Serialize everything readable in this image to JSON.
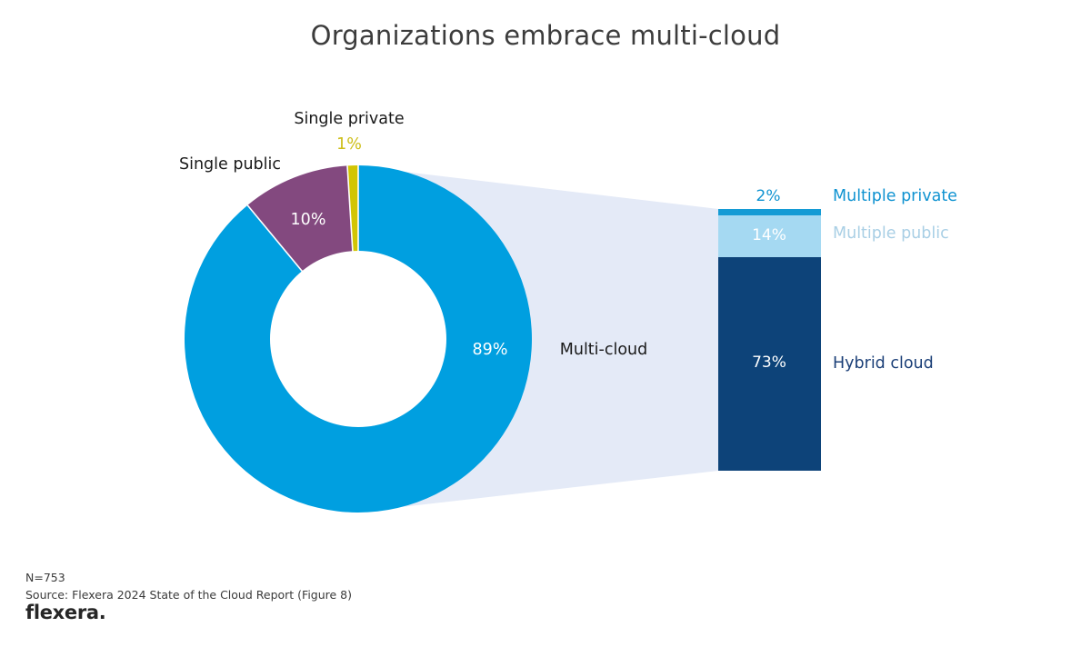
{
  "title": "Organizations embrace multi-cloud",
  "colors": {
    "multi_cloud_blue": "#009fe0",
    "single_public_purple": "#83497f",
    "single_private_yellow": "#d2c503",
    "band": "#e4eaf7",
    "multiple_private_blue": "#149bd5",
    "multiple_public_lightblue": "#a5d9f2",
    "hybrid_cloud_navy": "#0d4379",
    "title_text": "#3c3c3c",
    "dark_label_text": "#1a1a1a"
  },
  "donut_labels": {
    "single_private": "Single private",
    "single_private_pct": "1%",
    "single_public": "Single public",
    "single_public_pct": "10%",
    "multi_cloud_pct": "89%",
    "multi_cloud": "Multi-cloud"
  },
  "bar_labels": {
    "multiple_private_pct": "2%",
    "multiple_private": "Multiple private",
    "multiple_public_pct": "14%",
    "multiple_public": "Multiple public",
    "hybrid_cloud_pct": "73%",
    "hybrid_cloud": "Hybrid cloud"
  },
  "footer": {
    "n": "N=753",
    "source": "Source: Flexera 2024 State of the Cloud Report (Figure 8)",
    "logo": "flexera."
  },
  "chart_data": {
    "type": "pie",
    "title": "Organizations embrace multi-cloud",
    "subtype": "donut-with-breakdown-bar",
    "donut": {
      "segments": [
        {
          "label": "Multi-cloud",
          "value": 89,
          "unit": "%",
          "color": "#009fe0"
        },
        {
          "label": "Single public",
          "value": 10,
          "unit": "%",
          "color": "#83497f"
        },
        {
          "label": "Single private",
          "value": 1,
          "unit": "%",
          "color": "#d2c503"
        }
      ],
      "start_angle_deg": 0,
      "direction": "clockwise",
      "hole": true
    },
    "breakdown_bar": {
      "breakdown_of": "Multi-cloud",
      "type": "stacked-bar",
      "segments": [
        {
          "label": "Multiple private",
          "value": 2,
          "unit": "%",
          "color": "#149bd5"
        },
        {
          "label": "Multiple public",
          "value": 14,
          "unit": "%",
          "color": "#a5d9f2"
        },
        {
          "label": "Hybrid cloud",
          "value": 73,
          "unit": "%",
          "color": "#0d4379"
        }
      ]
    },
    "sample_size": "N=753",
    "source": "Source: Flexera 2024 State of the Cloud Report (Figure 8)",
    "legend_position": "right",
    "grid": false
  }
}
